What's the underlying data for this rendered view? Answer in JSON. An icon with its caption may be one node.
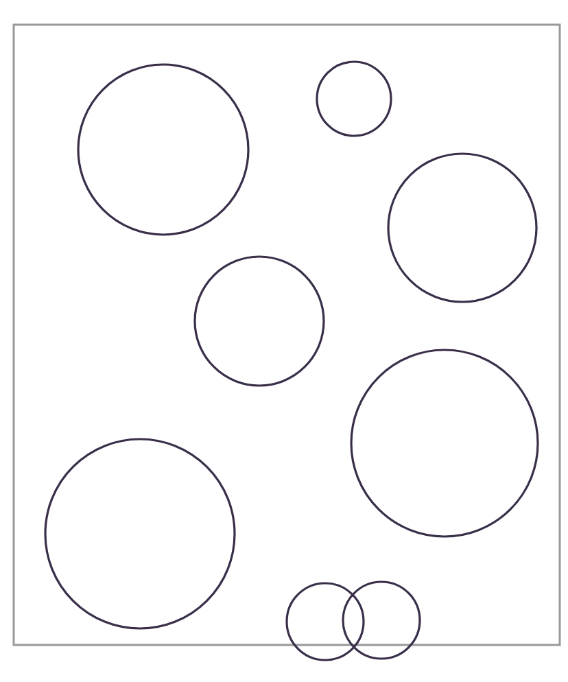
{
  "diagram": {
    "nodes": [
      {
        "text": [],
        "shape": "circle"
      },
      {
        "text": [],
        "shape": "circle"
      },
      {
        "text": [],
        "shape": "circle"
      },
      {
        "text": [],
        "shape": "circle"
      },
      {
        "text": [],
        "shape": "circle"
      },
      {
        "text": [],
        "shape": "circle"
      },
      {
        "text": [],
        "shape": "circle"
      },
      {
        "text": [],
        "shape": "circle"
      }
    ]
  }
}
